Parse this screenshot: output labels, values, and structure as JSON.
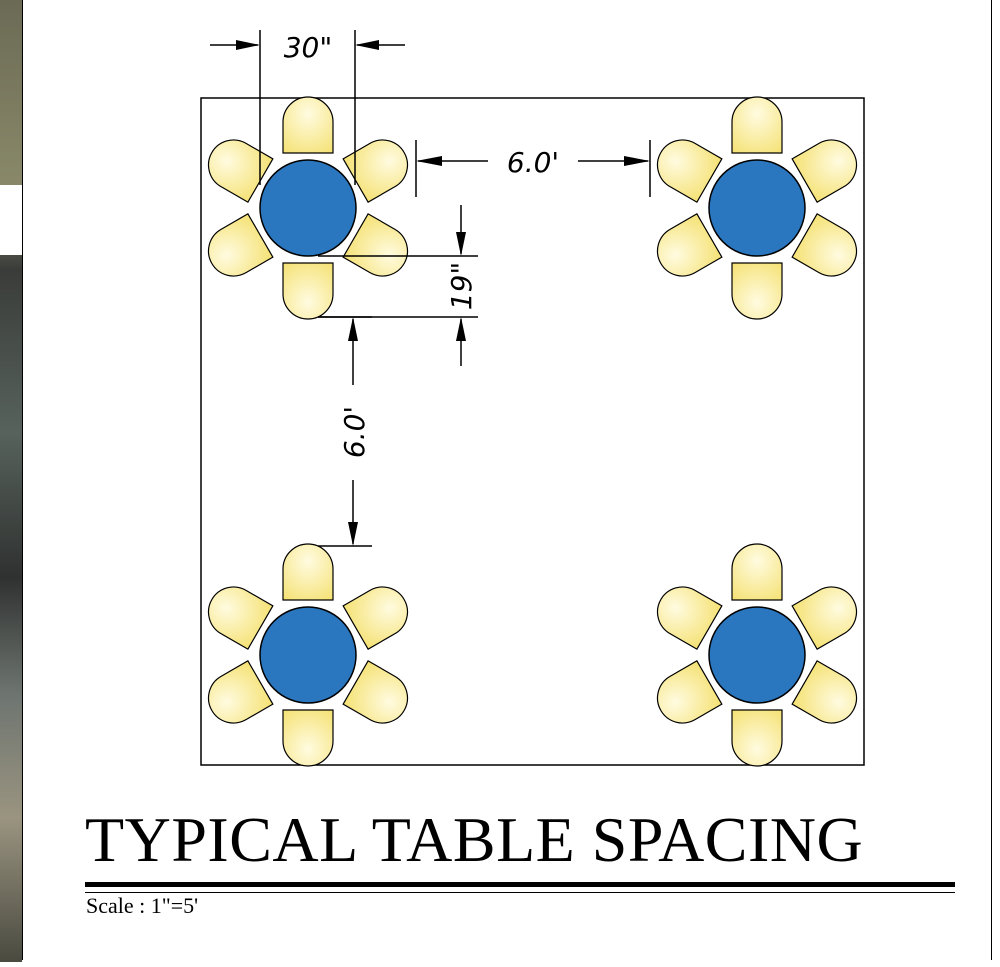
{
  "title": "TYPICAL TABLE SPACING",
  "scale": "Scale : 1\"=5'",
  "dimensions": {
    "chair_width": "30\"",
    "horizontal_spacing": "6.0'",
    "vertical_spacing": "6.0'",
    "chair_depth": "19\""
  },
  "colors": {
    "table_fill": "#2a77bf",
    "chair_fill": "#f7e98a",
    "chair_highlight": "#fffbe0",
    "line": "#000000"
  },
  "tables": [
    {
      "id": "table-1",
      "chairs": 6
    },
    {
      "id": "table-2",
      "chairs": 6
    },
    {
      "id": "table-3",
      "chairs": 6
    },
    {
      "id": "table-4",
      "chairs": 6
    }
  ]
}
